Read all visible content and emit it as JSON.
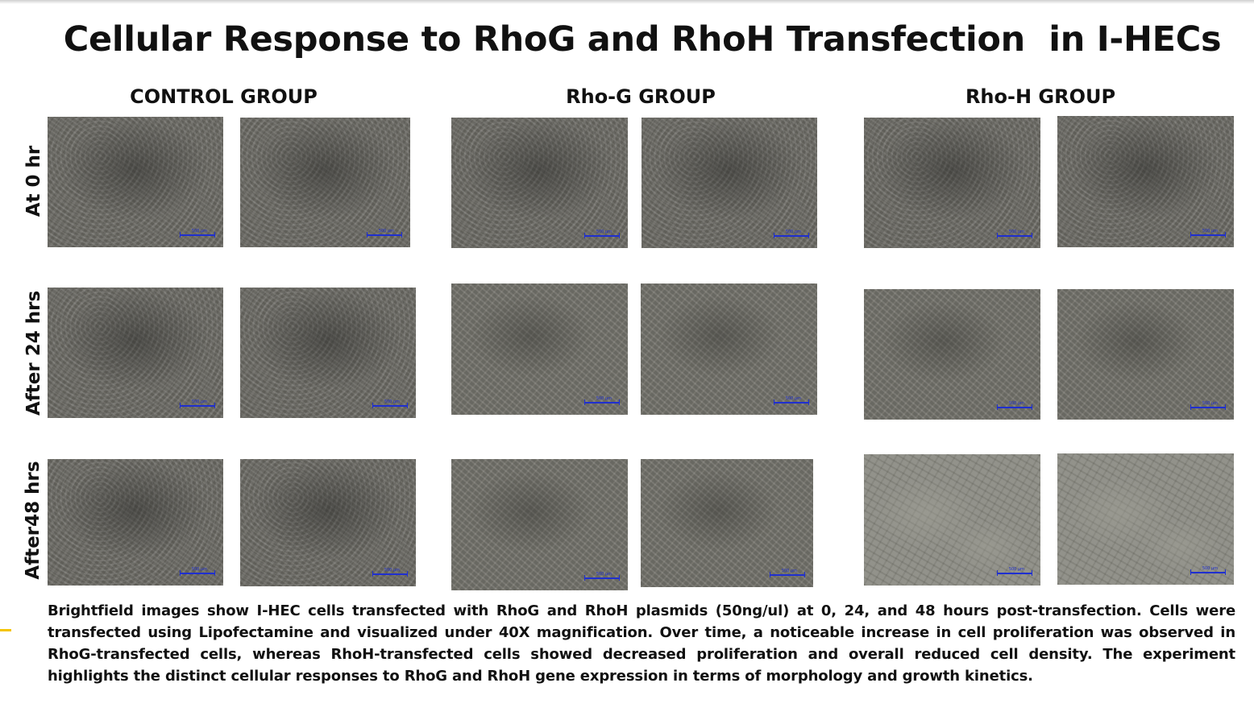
{
  "title": "Cellular Response to RhoG and RhoH Transfection  in I-HECs",
  "groups": [
    "CONTROL GROUP",
    "Rho-G GROUP",
    "Rho-H GROUP"
  ],
  "timepoints": [
    "At 0 hr",
    "After 24 hrs",
    "After48 hrs"
  ],
  "scale_bar_label": "500 µm",
  "caption": "Brightfield images show I-HEC cells transfected with RhoG and RhoH plasmids (50ng/ul) at 0, 24, and 48 hours post-transfection. Cells were transfected using Lipofectamine and visualized under 40X magnification. Over time, a noticeable increase in cell proliferation was observed in RhoG-transfected cells, whereas RhoH-transfected cells showed decreased proliferation and overall reduced cell density. The experiment highlights the distinct cellular responses to RhoG and RhoH gene expression in terms of morphology and growth kinetics.",
  "colors": {
    "text": "#111111",
    "scale_bar": "#1f2fd0",
    "accent": "#f4c400"
  }
}
